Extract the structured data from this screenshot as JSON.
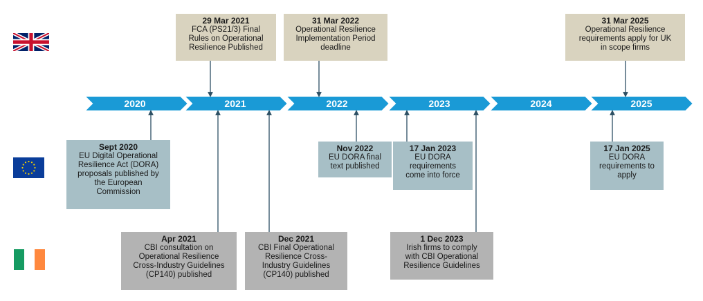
{
  "years": [
    "2020",
    "2021",
    "2022",
    "2023",
    "2024",
    "2025"
  ],
  "flags": {
    "uk": "uk-flag-icon",
    "eu": "eu-flag-icon",
    "ie": "ireland-flag-icon"
  },
  "colors": {
    "arrow": "#1a9ad6",
    "uk_box": "#d9d3bf",
    "eu_box": "#a7bfc6",
    "ie_box": "#b3b3b3",
    "connector": "#2d4f63"
  },
  "uk_events": [
    {
      "date": "29 Mar 2021",
      "desc": "FCA (PS21/3) Final\nRules on Operational\nResilience Published"
    },
    {
      "date": "31 Mar 2022",
      "desc": "Operational Resilience\nImplementation Period\ndeadline"
    },
    {
      "date": "31 Mar 2025",
      "desc": "Operational Resilience\nrequirements apply for UK\nin scope firms"
    }
  ],
  "eu_events": [
    {
      "date": "Sept 2020",
      "desc": "EU Digital Operational\nResilience Act (DORA)\nproposals published by\nthe European\nCommission"
    },
    {
      "date": "Nov 2022",
      "desc": "EU DORA final\ntext published"
    },
    {
      "date": "17 Jan  2023",
      "desc": "EU DORA\nrequirements\ncome into force"
    },
    {
      "date": "17 Jan  2025",
      "desc": "EU DORA\nrequirements to\napply"
    }
  ],
  "ie_events": [
    {
      "date": "Apr 2021",
      "desc": "CBI consultation on\nOperational Resilience\nCross-Industry Guidelines\n(CP140) published"
    },
    {
      "date": "Dec 2021",
      "desc": "CBI Final Operational\nResilience Cross-\nIndustry Guidelines\n(CP140) published"
    },
    {
      "date": "1 Dec 2023",
      "desc": "Irish firms to comply\nwith CBI Operational\nResilience Guidelines"
    }
  ]
}
